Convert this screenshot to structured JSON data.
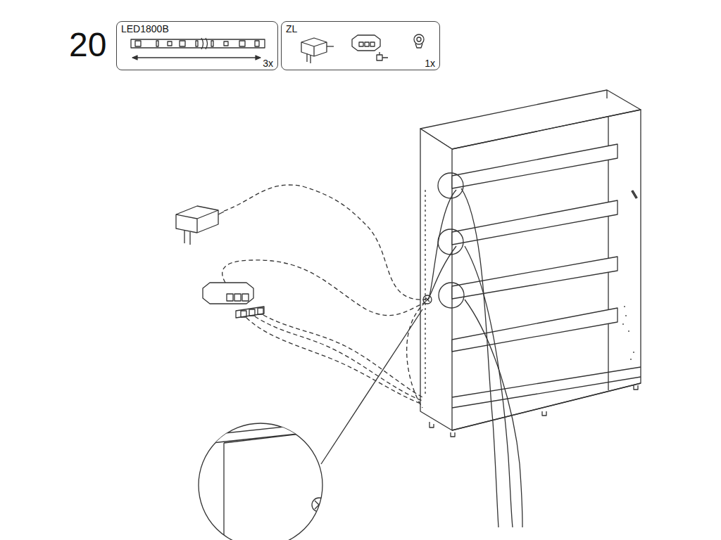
{
  "diagram": {
    "nodes": [
      {
        "text": [
          "LED1800B",
          "3x"
        ]
      },
      {
        "text": [
          "ZL",
          "1x"
        ]
      }
    ],
    "labels": [
      "20"
    ]
  }
}
